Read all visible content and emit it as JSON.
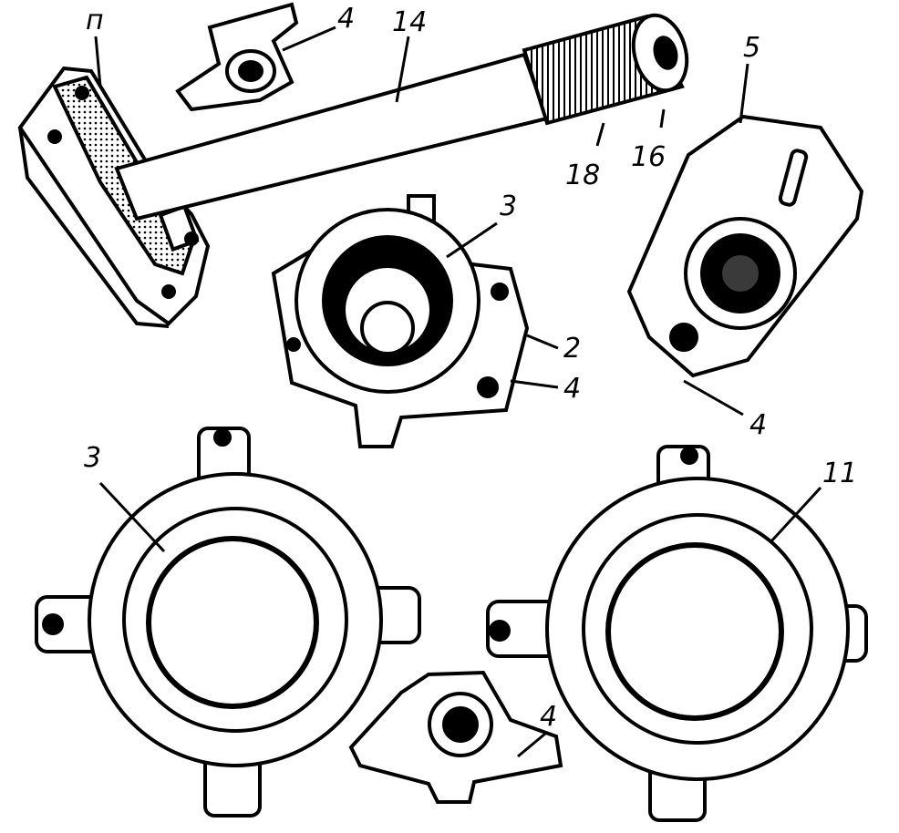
{
  "figure": {
    "colors": {
      "ink": "#000000",
      "paper": "#ffffff",
      "shade": "#3a3a3a"
    },
    "callouts": [
      {
        "id": "p",
        "text": "п"
      },
      {
        "id": "c4a",
        "text": "4"
      },
      {
        "id": "c14",
        "text": "14"
      },
      {
        "id": "c5",
        "text": "5"
      },
      {
        "id": "c18",
        "text": "18"
      },
      {
        "id": "c16",
        "text": "16"
      },
      {
        "id": "c3a",
        "text": "3"
      },
      {
        "id": "c2",
        "text": "2"
      },
      {
        "id": "c4b",
        "text": "4"
      },
      {
        "id": "c4c",
        "text": "4"
      },
      {
        "id": "c3b",
        "text": "3"
      },
      {
        "id": "c11",
        "text": "11"
      },
      {
        "id": "c4d",
        "text": "4"
      }
    ]
  }
}
